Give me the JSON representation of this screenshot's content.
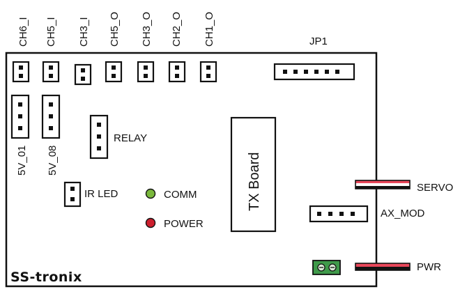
{
  "board": {
    "header_labels": [
      "CH6_I",
      "CH5_I",
      "CH3_I",
      "CH5_O",
      "CH3_O",
      "CH2_O",
      "CH1_O"
    ],
    "jp1_label": "JP1",
    "left_headers": [
      "5V_01",
      "5V_08"
    ],
    "relay_label": "RELAY",
    "ir_led_label": "IR LED",
    "tx_board_label": "TX Board",
    "comm_label": "COMM",
    "power_label": "POWER",
    "servo_label": "SERVO",
    "ax_mod_label": "AX_MOD",
    "pwr_label": "PWR",
    "logo_text": "SS-tronix"
  },
  "colors": {
    "comm_led": "#7ab83c",
    "power_led": "#cc1f2d",
    "servo_wire_red": "#e8475a",
    "servo_wire_white": "#ffffff",
    "servo_wire_black": "#111111",
    "pwr_wire_red": "#e8475a",
    "terminal_green": "#3f9a4a"
  }
}
